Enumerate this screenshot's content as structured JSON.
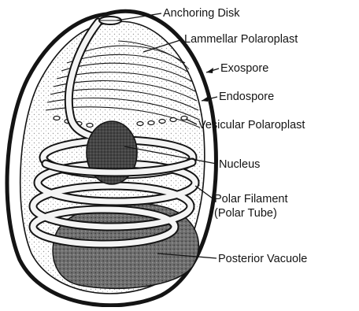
{
  "diagram": {
    "labels": {
      "anchoring_disk": "Anchoring Disk",
      "lamellar_polaroplast": "Lammellar Polaroplast",
      "exospore": "Exospore",
      "endospore": "Endospore",
      "vesicular_polaroplast": "Vesicular Polaroplast",
      "nucleus": "Nucleus",
      "polar_filament_line1": "Polar Filament",
      "polar_filament_line2": "(Polar Tube)",
      "posterior_vacuole": "Posterior Vacuole"
    },
    "colors": {
      "ink": "#141414",
      "paper": "#ffffff",
      "nucleus_fill": "#3a3a3a",
      "vacuole_fill": "#7a7a7a",
      "stipple": "#bdbdbd"
    }
  }
}
